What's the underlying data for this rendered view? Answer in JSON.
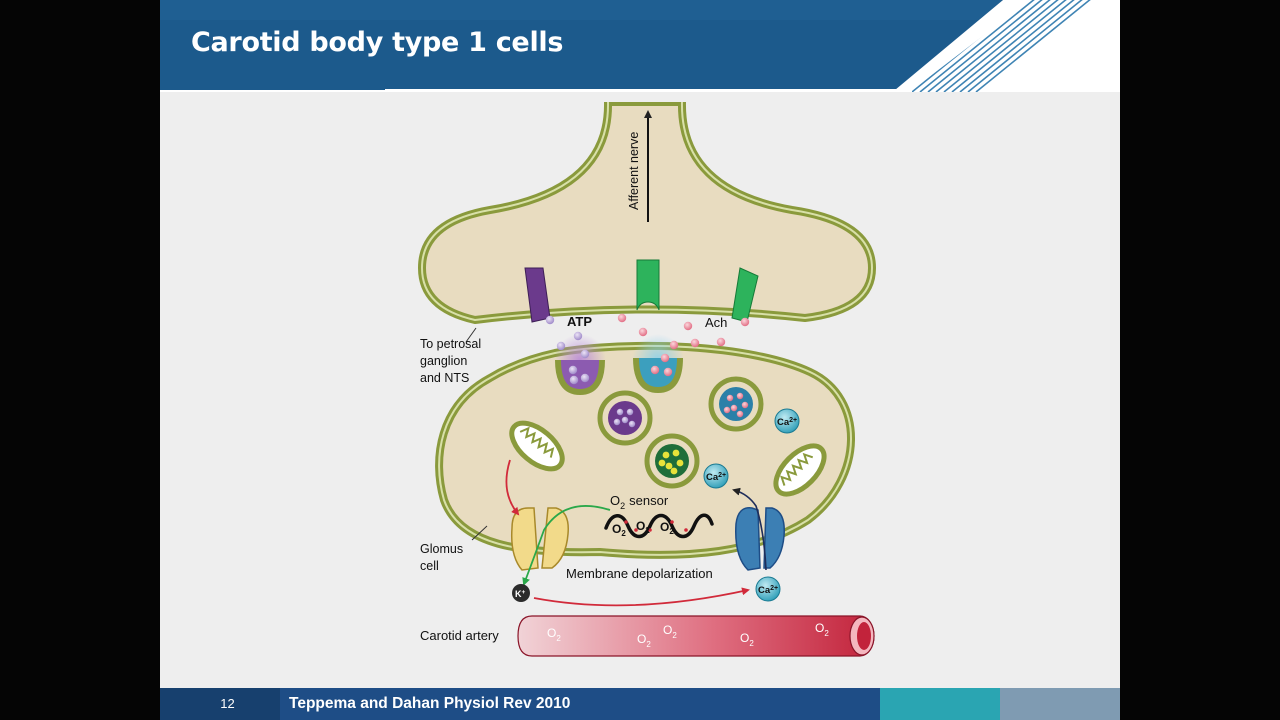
{
  "slide": {
    "title": "Carotid body type 1 cells",
    "number": "12",
    "footer": "Teppema and Dahan  Physiol Rev 2010"
  },
  "diagram": {
    "labels": {
      "afferent_nerve": "Afferent nerve",
      "atp": "ATP",
      "ach": "Ach",
      "petrosal": [
        "To petrosal",
        "ganglion",
        "and NTS"
      ],
      "glomus": [
        "Glomus",
        "cell"
      ],
      "o2_sensor": "sensor",
      "membrane_depolarization": "Membrane depolarization",
      "carotid_artery": "Carotid artery",
      "o2": "O",
      "o2_sub": "2",
      "k": "K",
      "k_sup": "+",
      "ca": "Ca",
      "ca_sup": "2+"
    }
  },
  "colors": {
    "header_blue": "#1c5a8c",
    "footer_blue": "#1e4d86",
    "footer_teal": "#2aa5b2",
    "footer_gray": "#7f9bb2",
    "membrane_green": "#8a9a3c",
    "cytoplasm": "#e8dcc0",
    "atp_purple": "#6b3a8c",
    "ach_green": "#2db35c",
    "artery_red": "#c2233b"
  }
}
